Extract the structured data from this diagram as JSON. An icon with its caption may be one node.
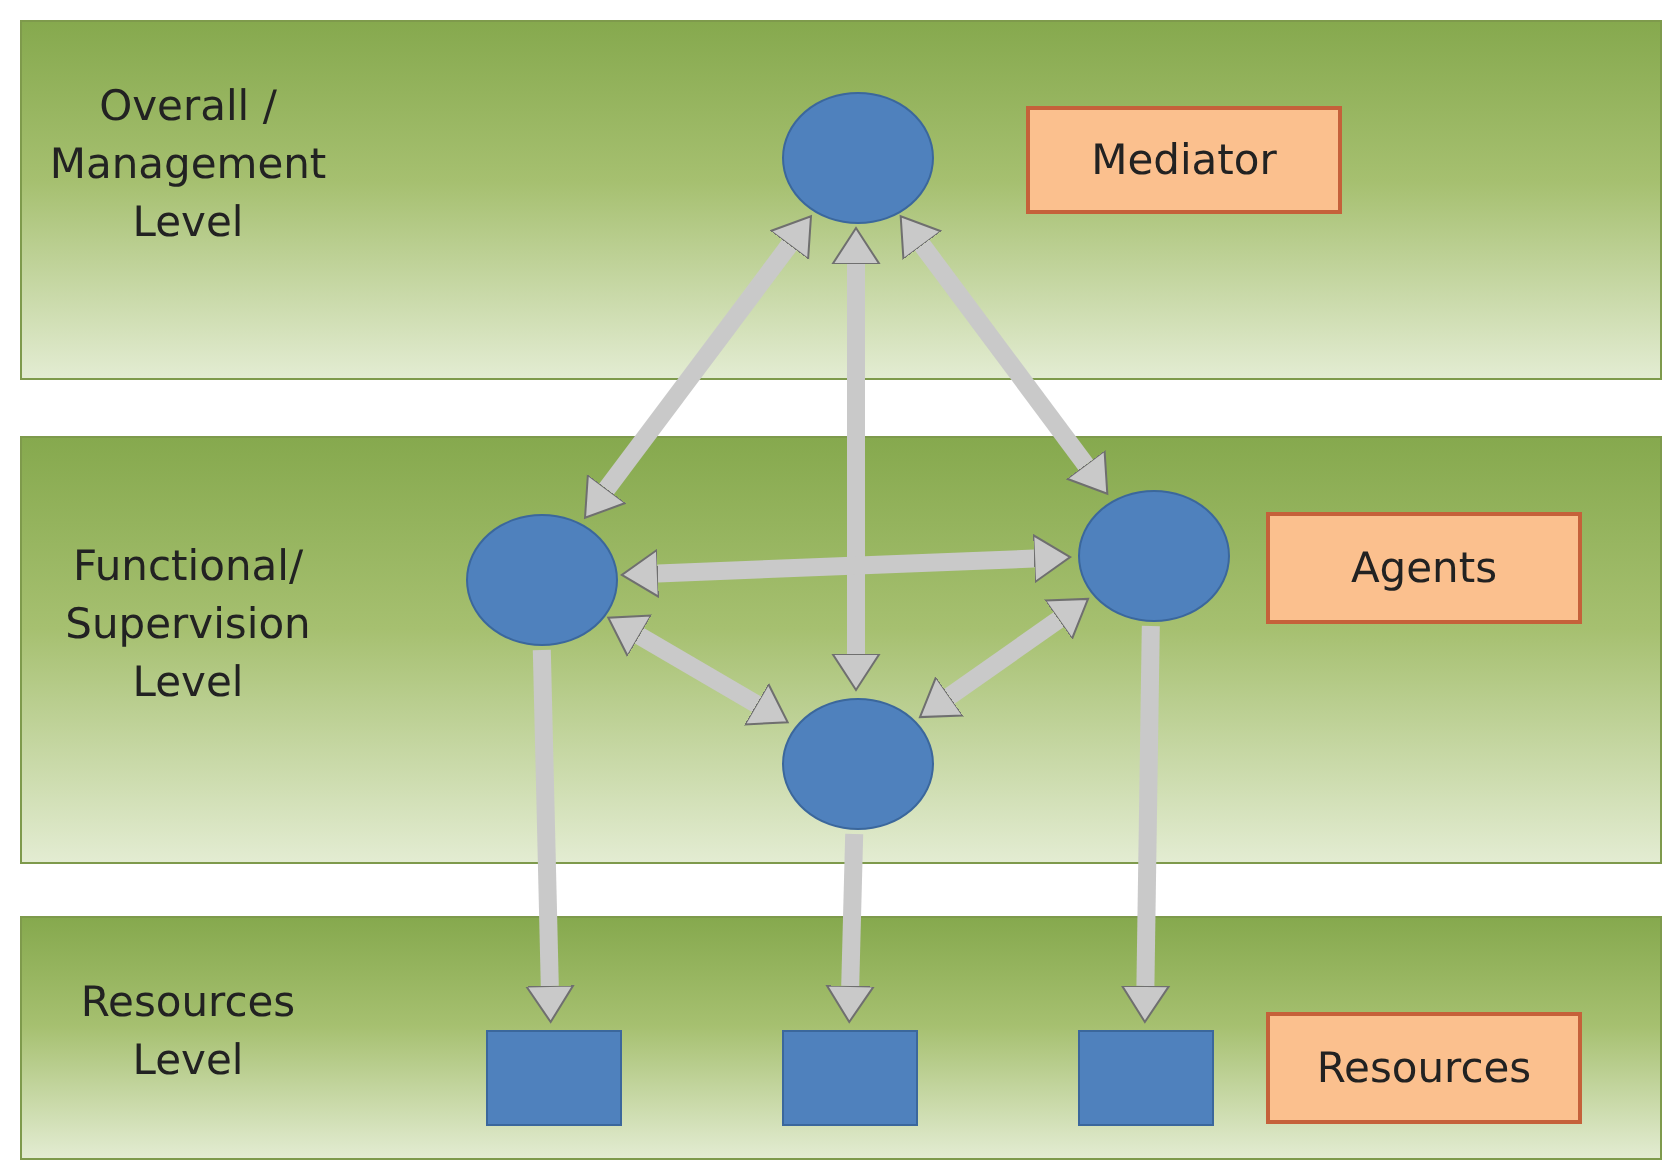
{
  "diagram": {
    "nodes": [
      {
        "text": [
          "Overall / Management Level"
        ]
      },
      {
        "text": [],
        "shape": "circle",
        "in": 0
      },
      {
        "text": [
          "Mediator"
        ],
        "in": 0
      },
      {
        "text": [
          "Functional/ Supervision Level"
        ]
      },
      {
        "text": [],
        "shape": "circle",
        "in": 3
      },
      {
        "text": [],
        "shape": "circle",
        "in": 3
      },
      {
        "text": [
          "Agents"
        ],
        "in": 3
      },
      {
        "text": [],
        "shape": "circle",
        "in": 3
      },
      {
        "text": [
          "Resources Level"
        ]
      },
      {
        "text": [],
        "shape": "box",
        "in": 8
      },
      {
        "text": [],
        "shape": "box",
        "in": 8
      },
      {
        "text": [],
        "shape": "box",
        "in": 8
      },
      {
        "text": [
          "Resources"
        ],
        "in": 8
      }
    ],
    "edges": [
      {
        "from": 1,
        "to": 4,
        "arrow": "both"
      },
      {
        "from": 1,
        "to": 7,
        "arrow": "both"
      },
      {
        "from": 1,
        "to": 5,
        "arrow": "both"
      },
      {
        "from": 4,
        "to": 5,
        "arrow": "both"
      },
      {
        "from": 4,
        "to": 7,
        "arrow": "both"
      },
      {
        "from": 5,
        "to": 7,
        "arrow": "both"
      },
      {
        "from": 4,
        "to": 9,
        "arrow": "to"
      },
      {
        "from": 7,
        "to": 10,
        "arrow": "to"
      },
      {
        "from": 5,
        "to": 11,
        "arrow": "to"
      }
    ]
  }
}
